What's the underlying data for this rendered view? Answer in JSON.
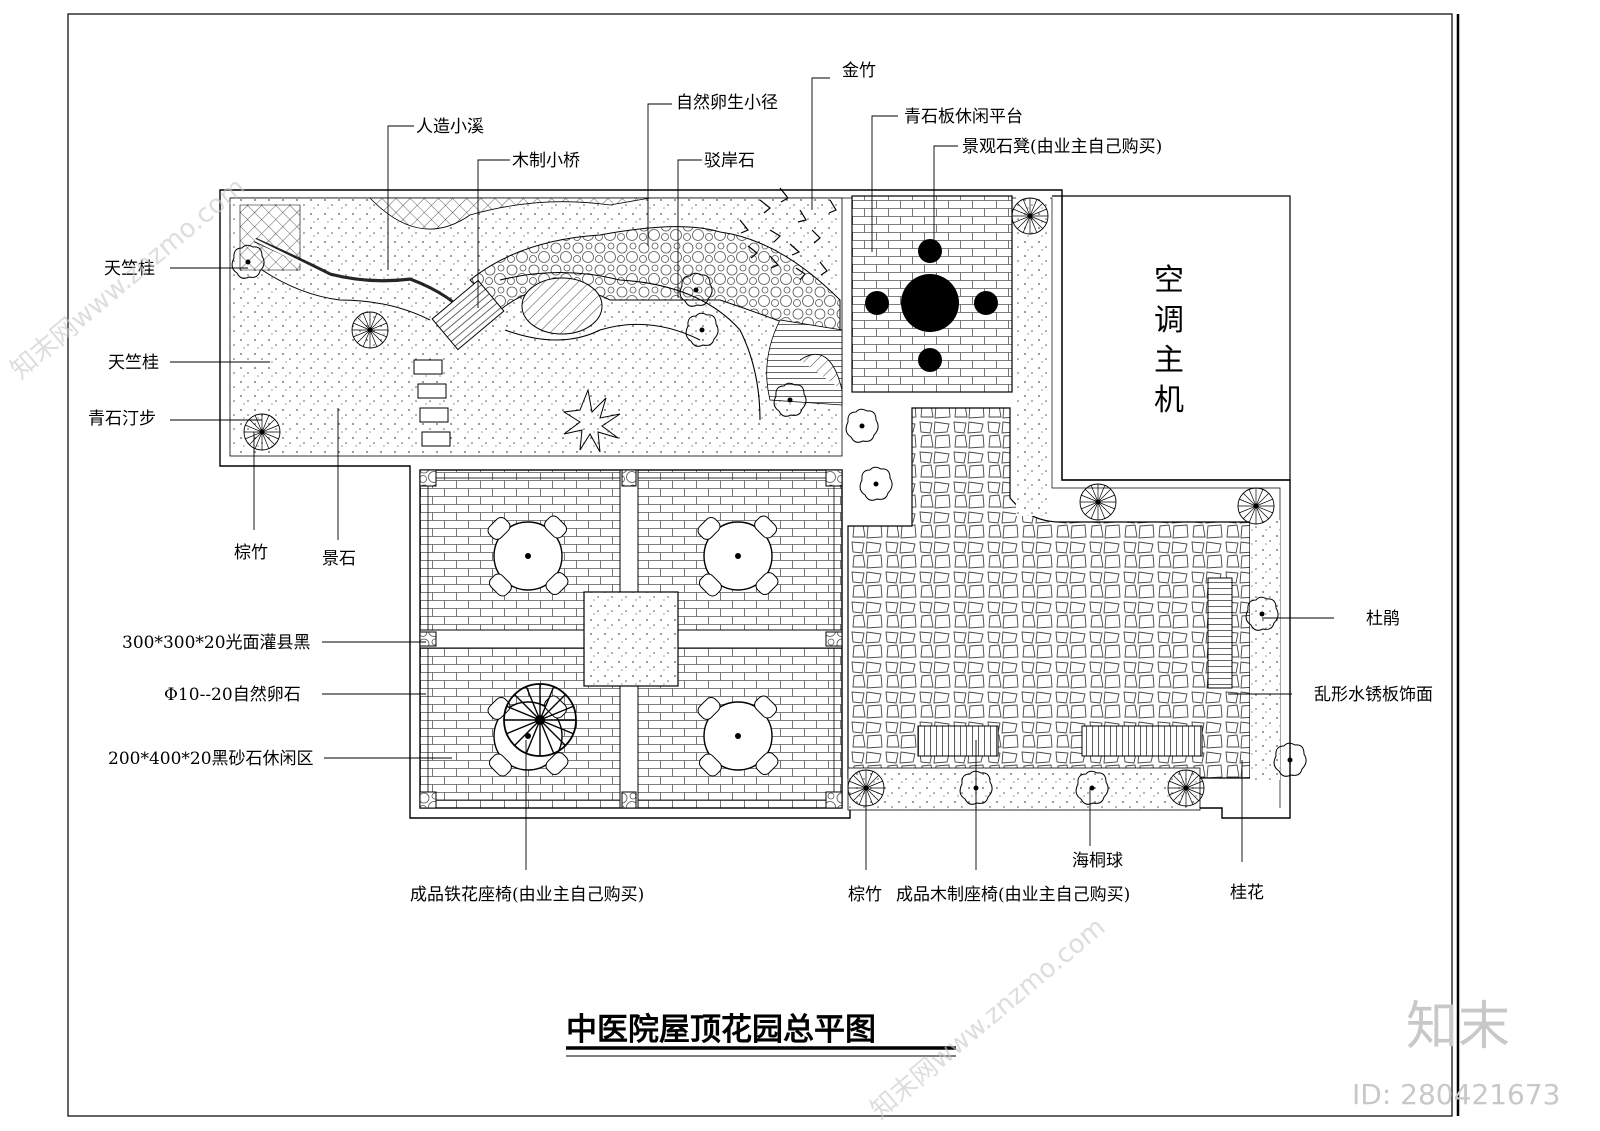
{
  "title": "中医院屋顶花园总平图",
  "ac_unit": [
    "空",
    "调",
    "主",
    "机"
  ],
  "labels": {
    "artificial_stream": "人造小溪",
    "wooden_bridge": "木制小桥",
    "pebble_path": "自然卵生小径",
    "golden_bamboo": "金竹",
    "revetment_stone": "驳岸石",
    "bluestone_platform": "青石板休闲平台",
    "stone_stool": "景观石凳(由业主自己购买)",
    "osmanthus_1": "天竺桂",
    "osmanthus_2": "天竺桂",
    "stepping_stones": "青石汀步",
    "palm_bamboo_left": "棕竹",
    "landscape_stone": "景石",
    "black_granite": "300*300*20光面灌县黑",
    "natural_pebble": "Φ10--20自然卵石",
    "sandstone_area": "200*400*20黑砂石休闲区",
    "azalea": "杜鹃",
    "rusty_slate": "乱形水锈板饰面",
    "pittosporum": "海桐球",
    "iron_chair": "成品铁花座椅(由业主自己购买)",
    "palm_bamboo_bottom": "棕竹",
    "wood_chair": "成品木制座椅(由业主自己购买)",
    "sweet_osmanthus": "桂花"
  },
  "watermark": {
    "brand": "知末",
    "id": "ID: 280421673",
    "site": "知末网www.znzmo.com"
  }
}
